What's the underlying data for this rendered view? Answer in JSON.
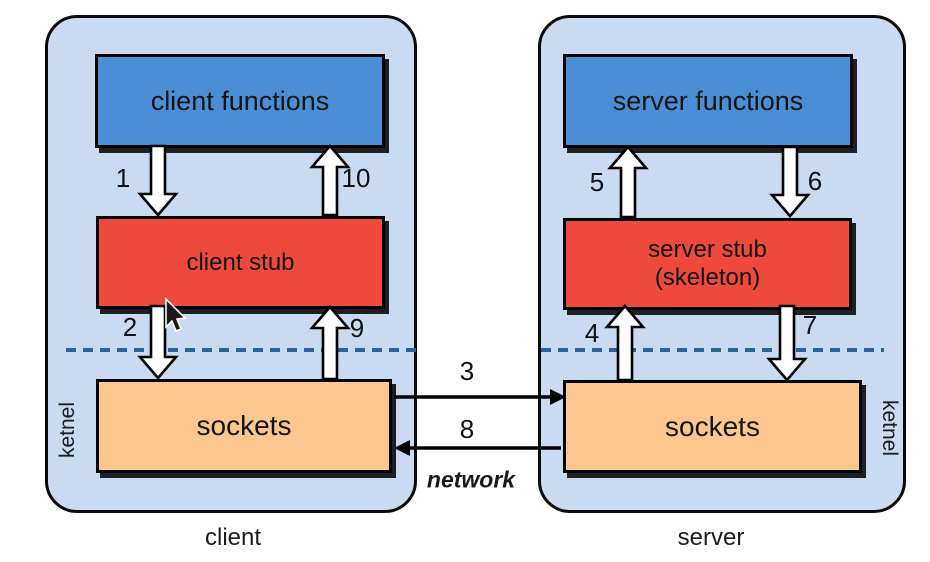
{
  "colors": {
    "background": "#ffffff",
    "container_fill": "#c9daf1",
    "container_border": "#0a0a0a",
    "box_blue": "#4a8ed6",
    "box_red": "#ed4a3d",
    "box_orange": "#fcc78e",
    "dashed_line": "#2e5f9e",
    "text": "#111111"
  },
  "client": {
    "label": "client",
    "kernel_label": "ketnel",
    "functions_box": "client functions",
    "stub_box": "client stub",
    "sockets_box": "sockets"
  },
  "server": {
    "label": "server",
    "kernel_label": "ketnel",
    "functions_box": "server functions",
    "stub_box_line1": "server stub",
    "stub_box_line2": "(skeleton)",
    "sockets_box": "sockets"
  },
  "steps": {
    "s1": "1",
    "s2": "2",
    "s3": "3",
    "s4": "4",
    "s5": "5",
    "s6": "6",
    "s7": "7",
    "s8": "8",
    "s9": "9",
    "s10": "10"
  },
  "network_label": "network"
}
